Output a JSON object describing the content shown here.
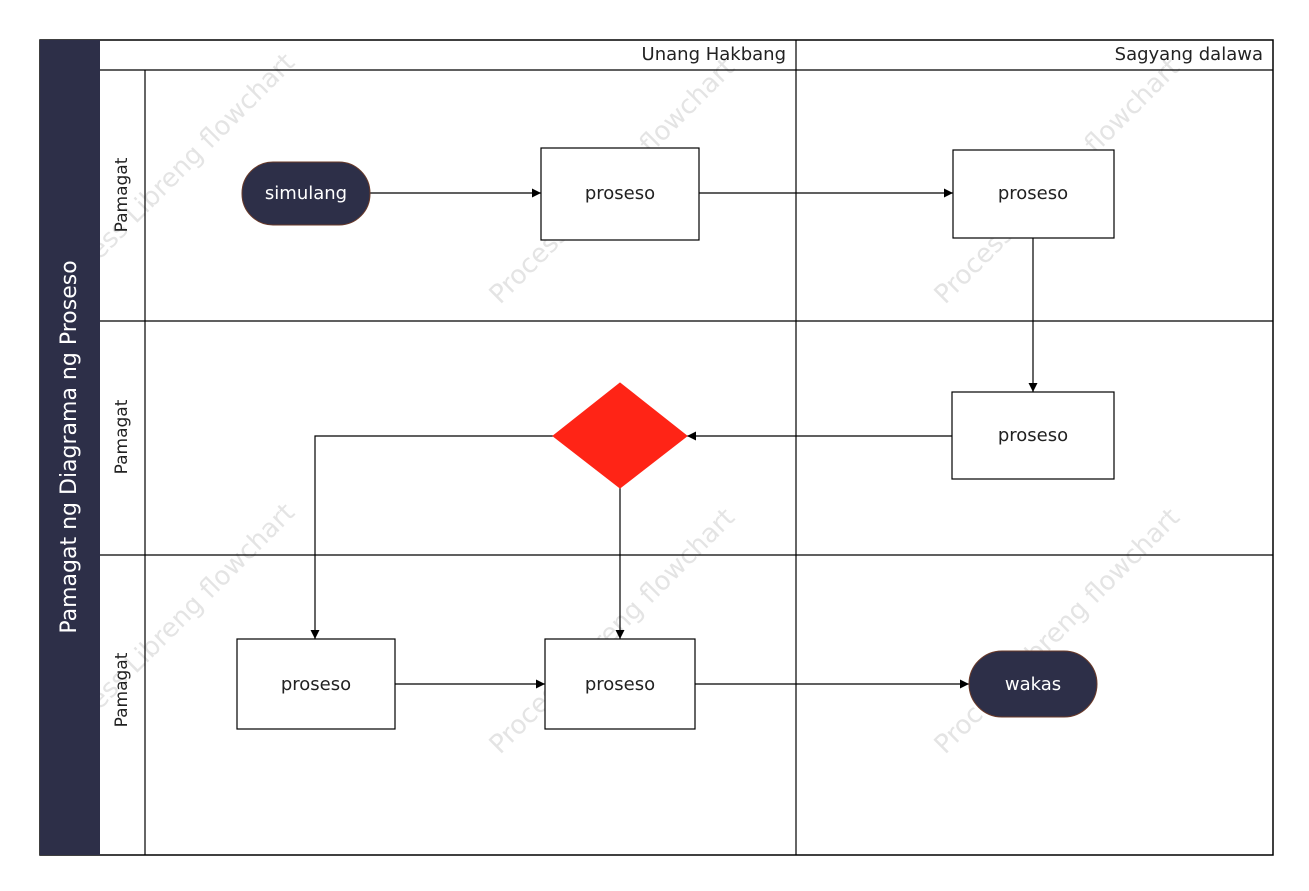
{
  "diagram": {
    "title": "Pamagat ng Diagrama ng Proseso",
    "columns": [
      "Unang Hakbang",
      "Sagyang dalawa"
    ],
    "lanes": [
      "Pamagat",
      "Pamagat",
      "Pamagat"
    ],
    "nodes": {
      "start": "simulang",
      "p1": "proseso",
      "p2": "proseso",
      "p3": "proseso",
      "p4": "proseso",
      "p5": "proseso",
      "end": "wakas"
    },
    "watermark": "Process Libreng flowchart"
  },
  "colors": {
    "title_bar": "#2d2f48",
    "terminal": "#2d2f48",
    "decision": "#ff2416",
    "line": "#000000"
  }
}
